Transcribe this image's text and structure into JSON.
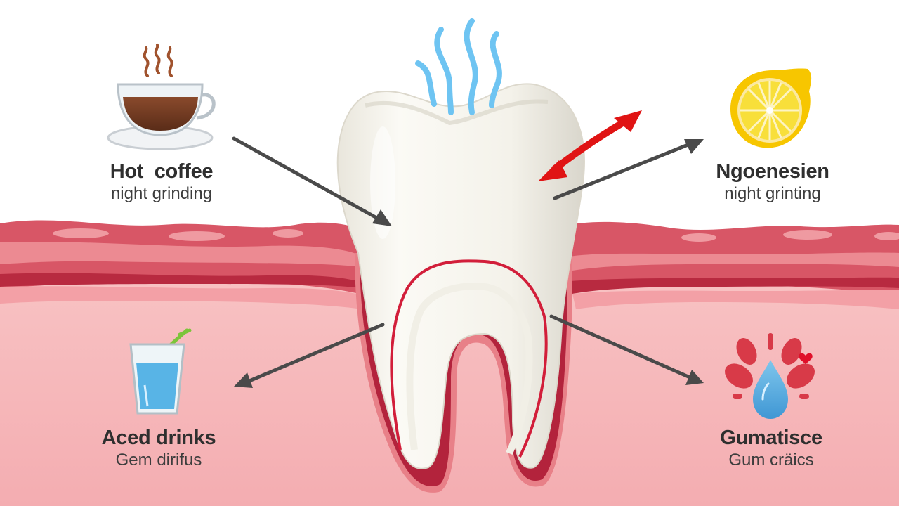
{
  "diagram": {
    "subject": "tooth sensitivity causes",
    "center": {
      "name": "tooth",
      "icon": "molar-tooth-icon",
      "overlay_icon": "cold-wave-icon"
    },
    "labels": [
      {
        "id": "top-left",
        "title": "Hot  coffee",
        "subtitle": "night grinding",
        "icon": "coffee-cup-icon"
      },
      {
        "id": "top-right",
        "title": "Ngoenesien",
        "subtitle": "night grinting",
        "icon": "lemon-slice-icon"
      },
      {
        "id": "bottom-left",
        "title": "Aced drinks",
        "subtitle": "Gem dirifus",
        "icon": "glass-with-straw-icon"
      },
      {
        "id": "bottom-right",
        "title": "Gumatisce",
        "subtitle": "Gum cräics",
        "icon": "water-drop-burst-icon"
      }
    ],
    "arrows": [
      {
        "from": "top-left",
        "to": "tooth",
        "color": "#4a4a4a"
      },
      {
        "from": "tooth",
        "to": "top-right",
        "color": "#4a4a4a"
      },
      {
        "from": "tooth",
        "to": "top-right",
        "color": "#e01414",
        "style": "double-headed-curved"
      },
      {
        "from": "tooth",
        "to": "bottom-left",
        "color": "#4a4a4a"
      },
      {
        "from": "tooth",
        "to": "bottom-right",
        "color": "#4a4a4a"
      }
    ]
  },
  "colors": {
    "background_top": "#ffffff",
    "gum_dark": "#c9344c",
    "gum_mid": "#e06470",
    "gum_light": "#f4a8ae",
    "gum_bottom": "#f6b3b6",
    "tooth": "#f1efe6",
    "cold_wave": "#6ec4f2",
    "arrow_gray": "#4a4a4a",
    "arrow_red": "#e01414",
    "text": "#2f2f2f"
  }
}
